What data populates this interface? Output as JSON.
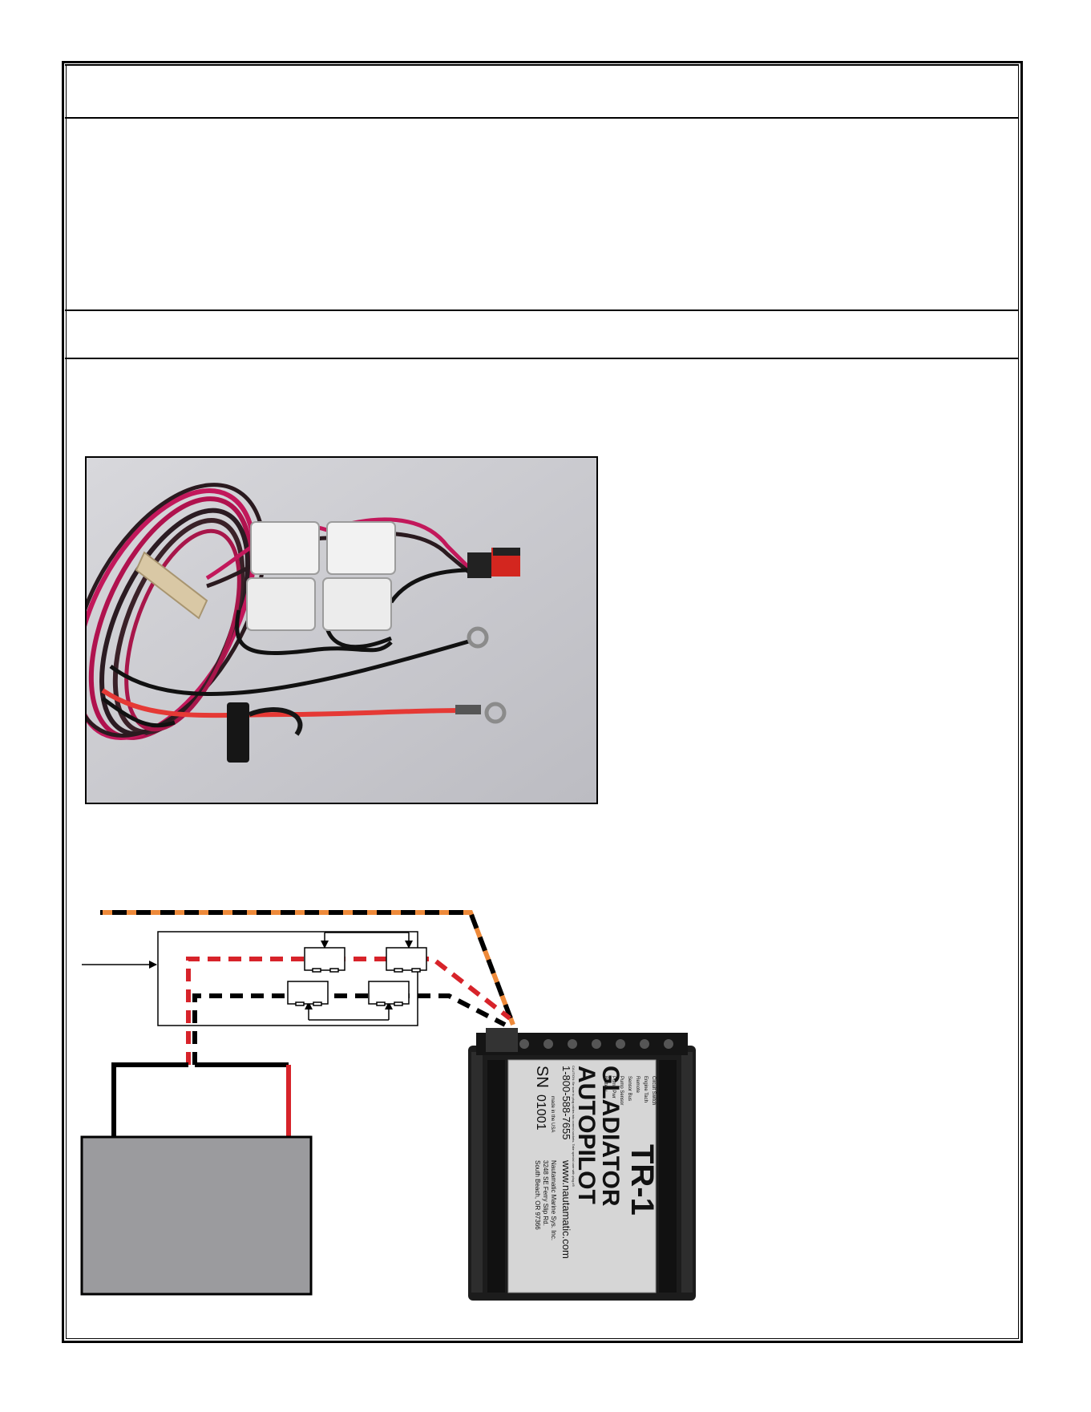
{
  "sections": [
    {
      "title": ""
    },
    {
      "title": ""
    }
  ],
  "photo": {
    "subject": "power-cable-harness"
  },
  "autopilot": {
    "model": "TR-1",
    "line1": "GLADIATOR",
    "line2": "AUTOPILOT",
    "website": "www.nautamatic.com",
    "phone": "1-800-588-7655",
    "serial_prefix": "SN",
    "serial": "01001",
    "made_in": "made in the USA",
    "caution": "CAUTION: Be sure to plug cables into correct sockets. Take special care with plug #5",
    "company": "Nautamatic Marine Sys. Inc.",
    "address1": "3248 SE Ferry Slip Rd.",
    "address2": "South Beach, OR 97366",
    "ports": [
      {
        "num": "1",
        "label": "Circuit Switch"
      },
      {
        "num": "2",
        "label": "Engine Tach"
      },
      {
        "num": "3",
        "label": "Remote"
      },
      {
        "num": "4",
        "label": "Sensor Bus"
      },
      {
        "num": "5",
        "label": "Pump Sensor"
      },
      {
        "num": "6",
        "label": "Pump Pwr"
      },
      {
        "num": "7",
        "label": "Battery"
      }
    ]
  },
  "colors": {
    "red_wire": "#d7232a",
    "black_wire": "#000000",
    "orange_wire": "#ee8a3a",
    "battery_fill": "#9b9b9e",
    "plate": "#d6d6d6",
    "housing": "#1c1c1c"
  }
}
